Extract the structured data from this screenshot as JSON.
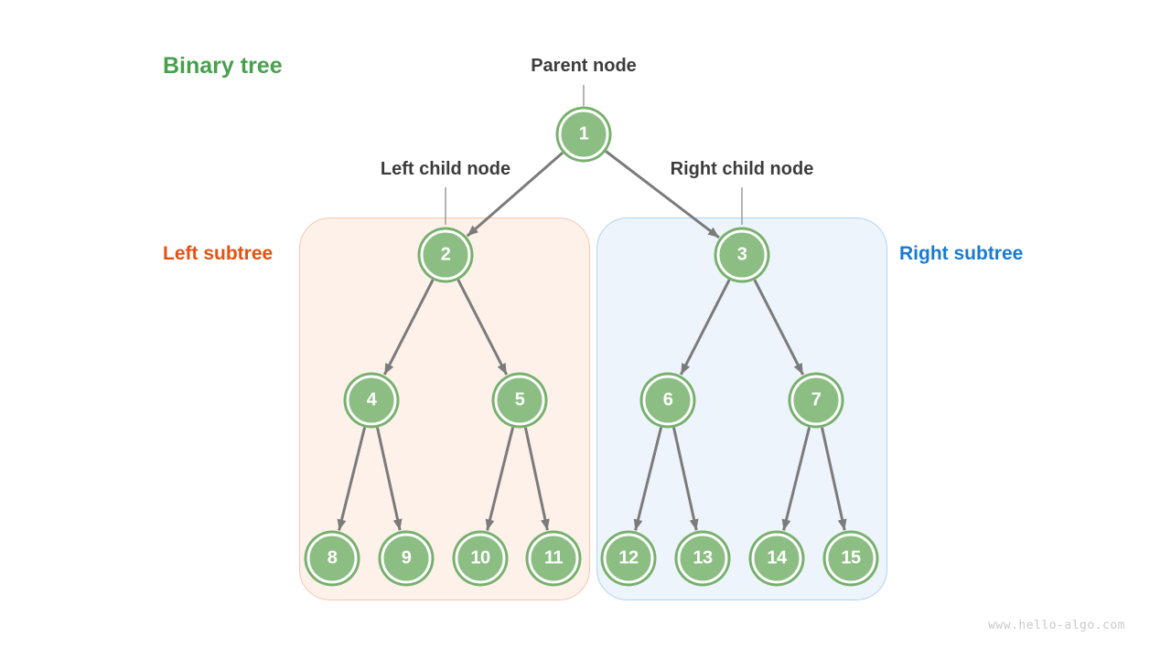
{
  "diagram": {
    "title": {
      "text": "Binary tree",
      "color": "#47a04c"
    },
    "annotations": {
      "parent_node": "Parent node",
      "left_child_node": "Left child node",
      "right_child_node": "Right child node"
    },
    "regions": {
      "left_subtree": {
        "label": "Left subtree",
        "label_color": "#e65210",
        "fill": "#fdf1ea",
        "border": "#f6c7ae"
      },
      "right_subtree": {
        "label": "Right subtree",
        "label_color": "#187bd1",
        "fill": "#edf4fb",
        "border": "#aed4f2"
      }
    },
    "tree": {
      "node_fill": "#8cbe84",
      "node_border": "#77b06d",
      "node_ring": "#ffffff",
      "node_text_color": "#ffffff",
      "edge_color": "#7b7b7b",
      "connector_color": "#9a9a9a",
      "nodes": [
        "1",
        "2",
        "3",
        "4",
        "5",
        "6",
        "7",
        "8",
        "9",
        "10",
        "11",
        "12",
        "13",
        "14",
        "15"
      ],
      "edges": [
        [
          "1",
          "2"
        ],
        [
          "1",
          "3"
        ],
        [
          "2",
          "4"
        ],
        [
          "2",
          "5"
        ],
        [
          "3",
          "6"
        ],
        [
          "3",
          "7"
        ],
        [
          "4",
          "8"
        ],
        [
          "4",
          "9"
        ],
        [
          "5",
          "10"
        ],
        [
          "5",
          "11"
        ],
        [
          "6",
          "12"
        ],
        [
          "6",
          "13"
        ],
        [
          "7",
          "14"
        ],
        [
          "7",
          "15"
        ]
      ]
    },
    "watermark": "www.hello-algo.com"
  }
}
